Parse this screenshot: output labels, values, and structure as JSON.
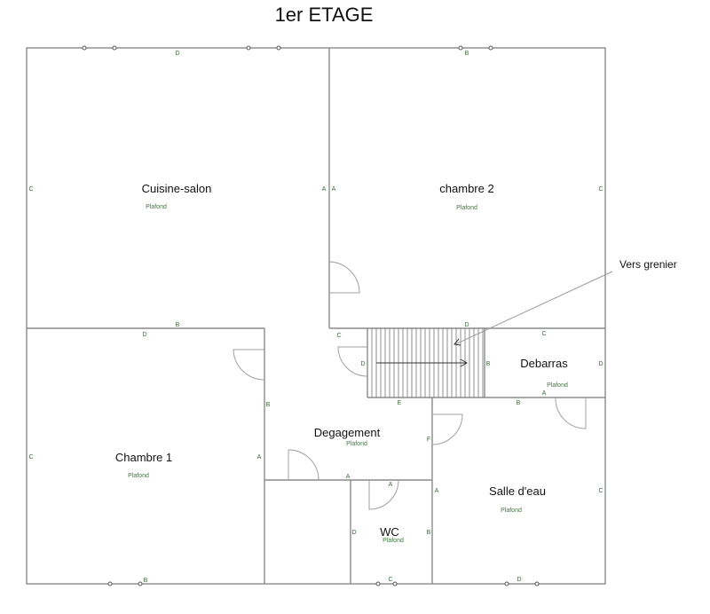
{
  "title": "1er ETAGE",
  "annotation": {
    "label": "Vers grenier"
  },
  "ceiling_label": "Plafond",
  "rooms": {
    "cuisine_salon": {
      "name": "Cuisine-salon",
      "ceiling": "Plafond"
    },
    "chambre2": {
      "name": "chambre 2",
      "ceiling": "Plafond"
    },
    "debarras": {
      "name": "Debarras",
      "ceiling": "Plafond"
    },
    "degagement": {
      "name": "Degagement",
      "ceiling": "Plafond"
    },
    "chambre1": {
      "name": "Chambre 1",
      "ceiling": "Plafond"
    },
    "wc": {
      "name": "WC",
      "ceiling": "Plafond"
    },
    "salle_deau": {
      "name": "Salle d'eau",
      "ceiling": "Plafond"
    }
  },
  "wall_labels": {
    "cs_top": "D",
    "cs_left": "C",
    "cs_right": "A",
    "cs_bottom": "B",
    "c2_top": "B",
    "c2_left": "A",
    "c2_right": "C",
    "c2_bottom": "D",
    "stair_c": "C",
    "stair_d": "D",
    "stair_b": "B",
    "stair_e": "E",
    "deb_top": "C",
    "deb_right": "D",
    "deb_bottom": "A",
    "c1_top": "D",
    "c1_left": "C",
    "c1_right_b": "B",
    "c1_right_a": "A",
    "c1_bottom": "B",
    "deg_f": "F",
    "deg_a": "A",
    "sde_top": "B",
    "sde_left": "A",
    "sde_right": "C",
    "sde_bottom": "D",
    "wc_top": "A",
    "wc_left": "D",
    "wc_right": "B",
    "wc_bottom": "C"
  }
}
